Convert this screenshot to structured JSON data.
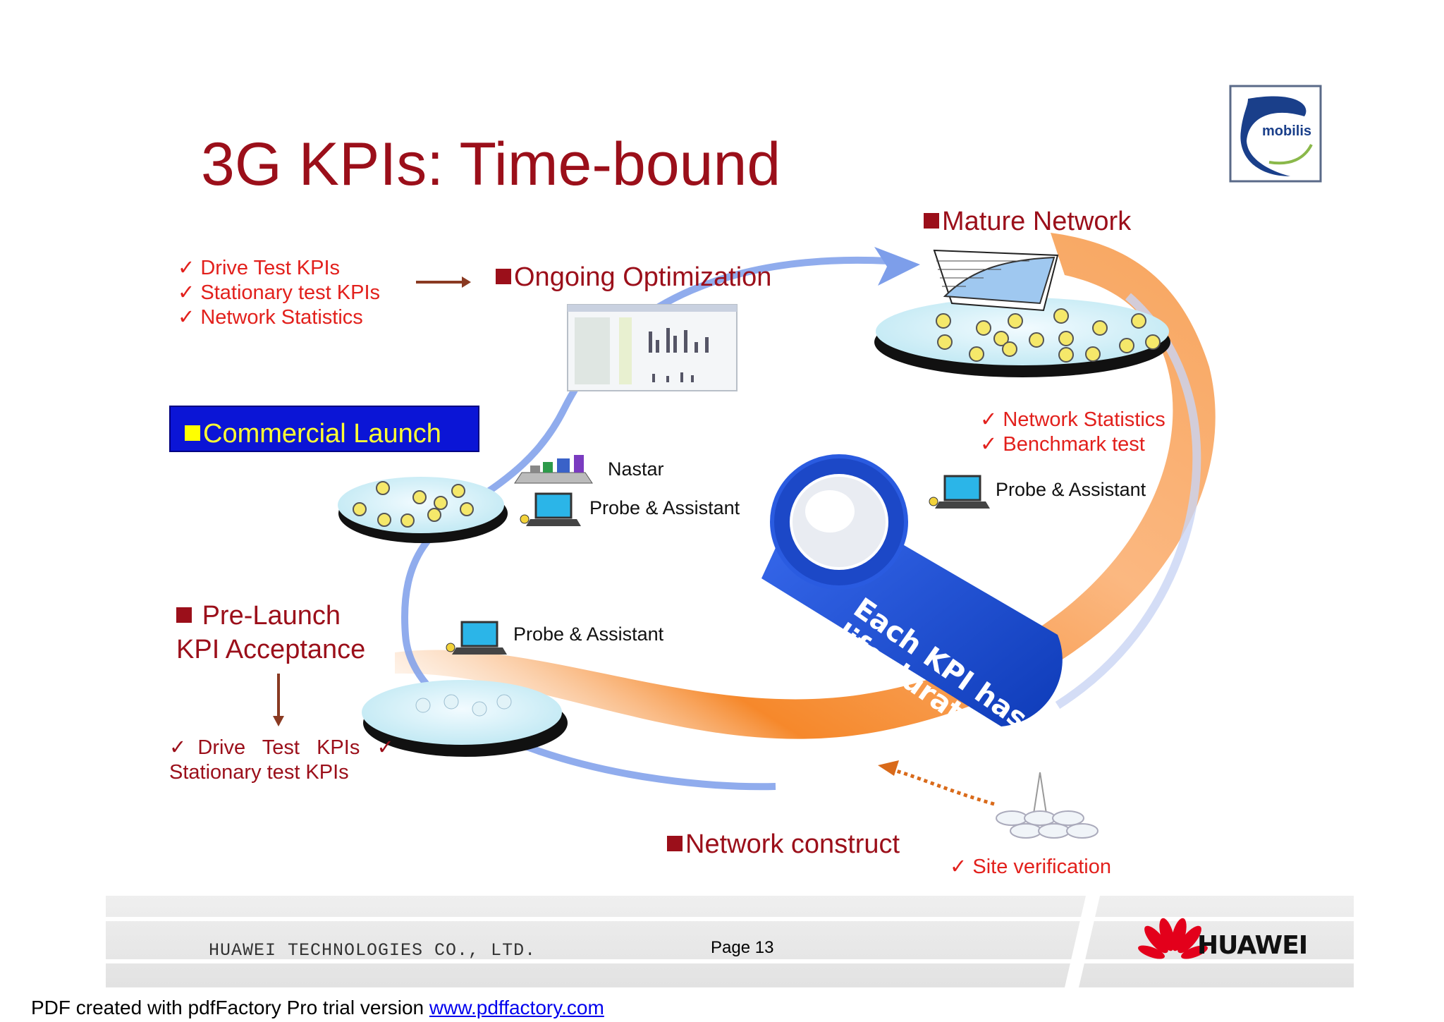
{
  "slide": {
    "title": "3G KPIs: Time-bound",
    "logo_text": "mobilis",
    "colors": {
      "title": "#9b0f1a",
      "checklist": "#e2201c",
      "launch_box": "#0b15d6",
      "launch_text": "#ffff33",
      "arc_orange": "#f58220",
      "arc_blue": "#6b8ee8",
      "pill": "#1e4fd8"
    }
  },
  "phases": {
    "ongoing": "Ongoing Optimization",
    "mature": "Mature Network",
    "commercial": "Commercial Launch",
    "prelaunch_line1": "Pre-Launch",
    "prelaunch_line2": "KPI Acceptance",
    "construct": "Network construct"
  },
  "checklists": {
    "ongoing": [
      "Drive Test KPIs",
      "Stationary test KPIs",
      "Network Statistics"
    ],
    "mature": [
      "Network Statistics",
      "Benchmark test"
    ],
    "prelaunch_line1": "✓  Drive   Test   KPIs   ✓",
    "prelaunch_line2": "Stationary test KPIs",
    "construct": [
      "Site verification"
    ]
  },
  "tools": {
    "nastar": "Nastar",
    "probe_launch": "Probe & Assistant",
    "probe_mature": "Probe & Assistant",
    "probe_prelaunch": "Probe & Assistant"
  },
  "pill": {
    "line1": "Each KPI has",
    "line2": "life duration"
  },
  "footer": {
    "company": "HUAWEI TECHNOLOGIES CO., LTD.",
    "page": "Page 13",
    "brand": "HUAWEI"
  },
  "pdf_note": {
    "text": "PDF created with pdfFactory Pro trial version ",
    "link": "www.pdffactory.com"
  },
  "icons": [
    "check-icon",
    "arrow-right-icon",
    "arrow-down-icon",
    "laptop-icon",
    "server-icon",
    "smiley-icon",
    "tower-icon",
    "huawei-petals-icon",
    "mobilis-logo-icon"
  ]
}
